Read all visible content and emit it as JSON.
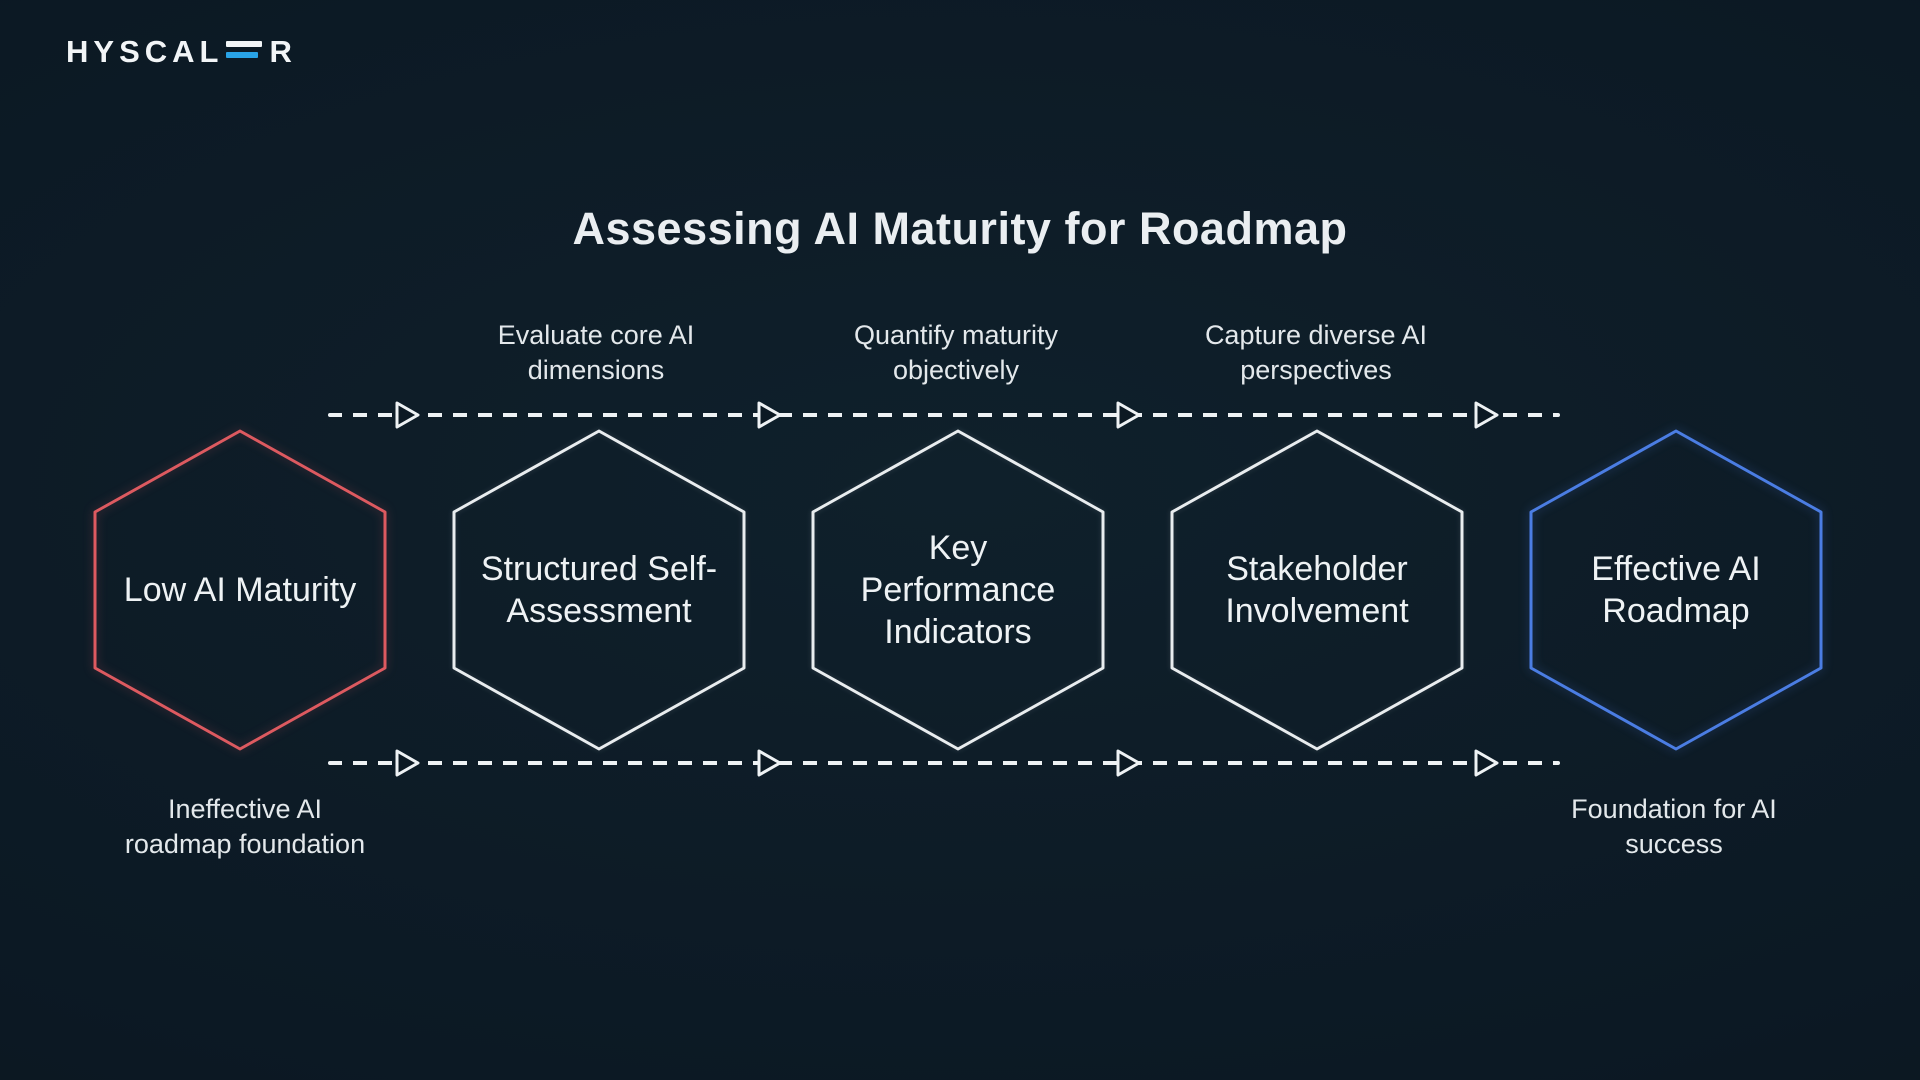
{
  "logo": {
    "text_main": "HYSCAL",
    "text_end": "R",
    "brand": "HYSCALER"
  },
  "title": "Assessing AI Maturity for Roadmap",
  "colors": {
    "background": "#0c1923",
    "text": "#e9edef",
    "dash": "#eef2f4",
    "red": "#dd5a60",
    "white": "#e9edef",
    "blue": "#4b7de3",
    "logo_accent": "#29a3e6"
  },
  "flow": {
    "top_labels": [
      {
        "text": "Evaluate core AI\ndimensions"
      },
      {
        "text": "Quantify maturity\nobjectively"
      },
      {
        "text": "Capture diverse AI\nperspectives"
      }
    ],
    "nodes": [
      {
        "label": "Low AI Maturity",
        "stroke": "#dd5a60"
      },
      {
        "label": "Structured Self-\nAssessment",
        "stroke": "#e9edef"
      },
      {
        "label": "Key\nPerformance\nIndicators",
        "stroke": "#e9edef"
      },
      {
        "label": "Stakeholder\nInvolvement",
        "stroke": "#e9edef"
      },
      {
        "label": "Effective AI\nRoadmap",
        "stroke": "#4b7de3"
      }
    ],
    "bottom_captions": [
      {
        "text": "Ineffective AI\nroadmap foundation"
      },
      {
        "text": "Foundation for AI\nsuccess"
      }
    ]
  }
}
